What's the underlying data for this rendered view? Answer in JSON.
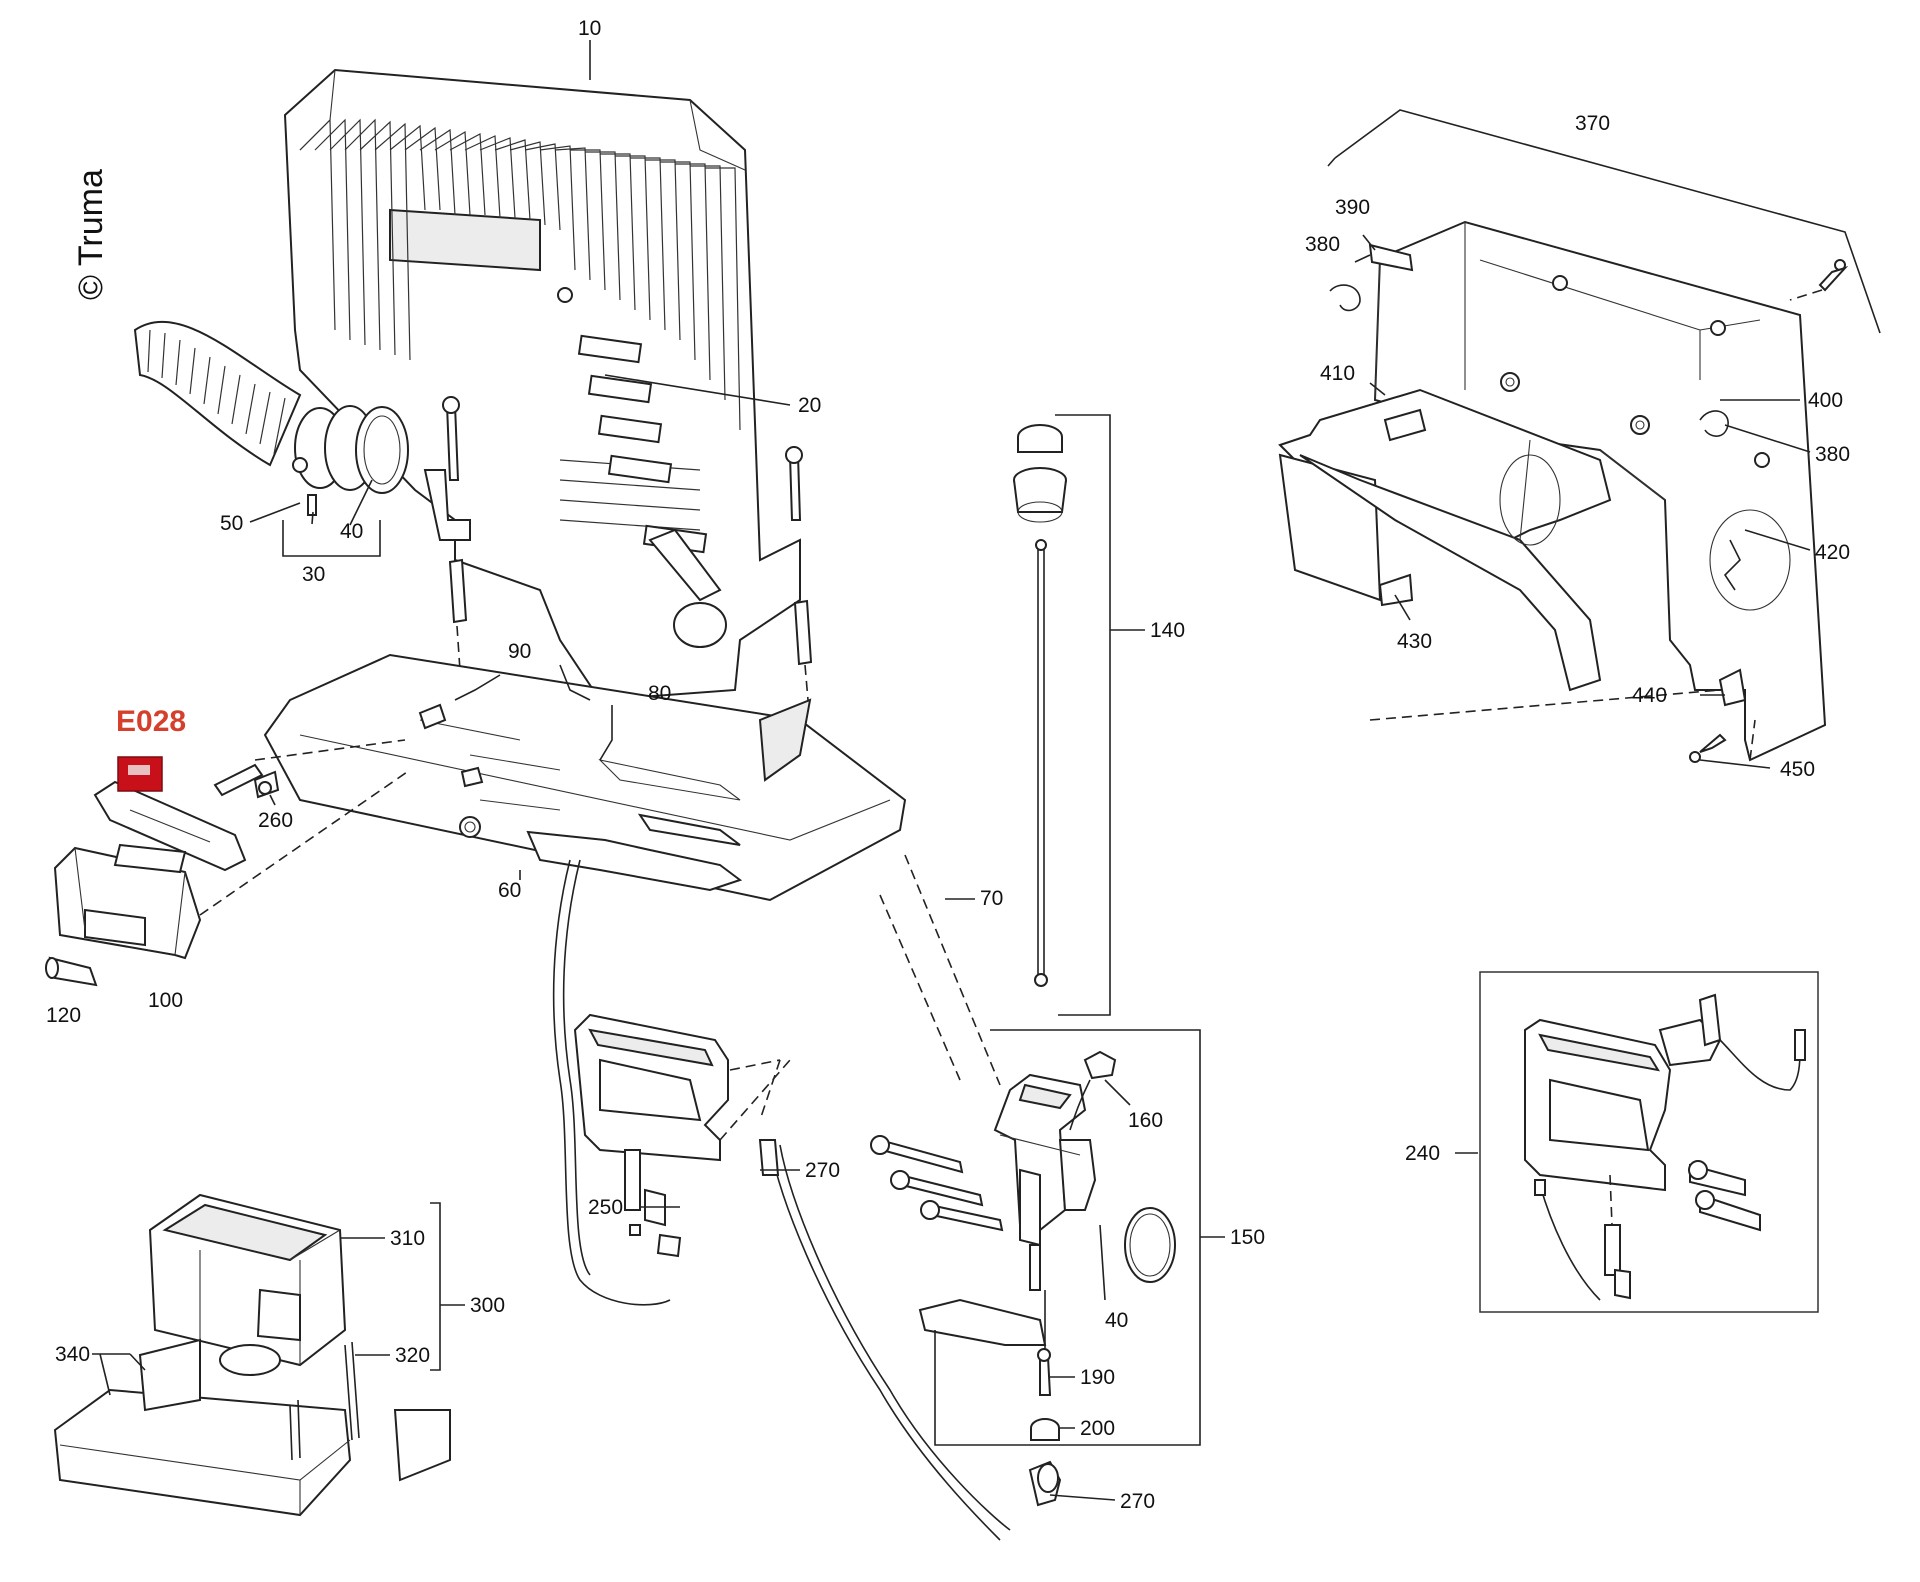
{
  "copyright": "© Truma",
  "highlight": {
    "code": "E028",
    "color": "#d4402b",
    "box_color": "#c8101a"
  },
  "callouts": [
    "10",
    "20",
    "30",
    "40",
    "50",
    "60",
    "70",
    "80",
    "90",
    "100",
    "120",
    "140",
    "150",
    "160",
    "190",
    "200",
    "240",
    "250",
    "260",
    "270",
    "270",
    "300",
    "310",
    "320",
    "340",
    "370",
    "380",
    "380",
    "390",
    "400",
    "410",
    "420",
    "430",
    "440",
    "450",
    "40"
  ]
}
